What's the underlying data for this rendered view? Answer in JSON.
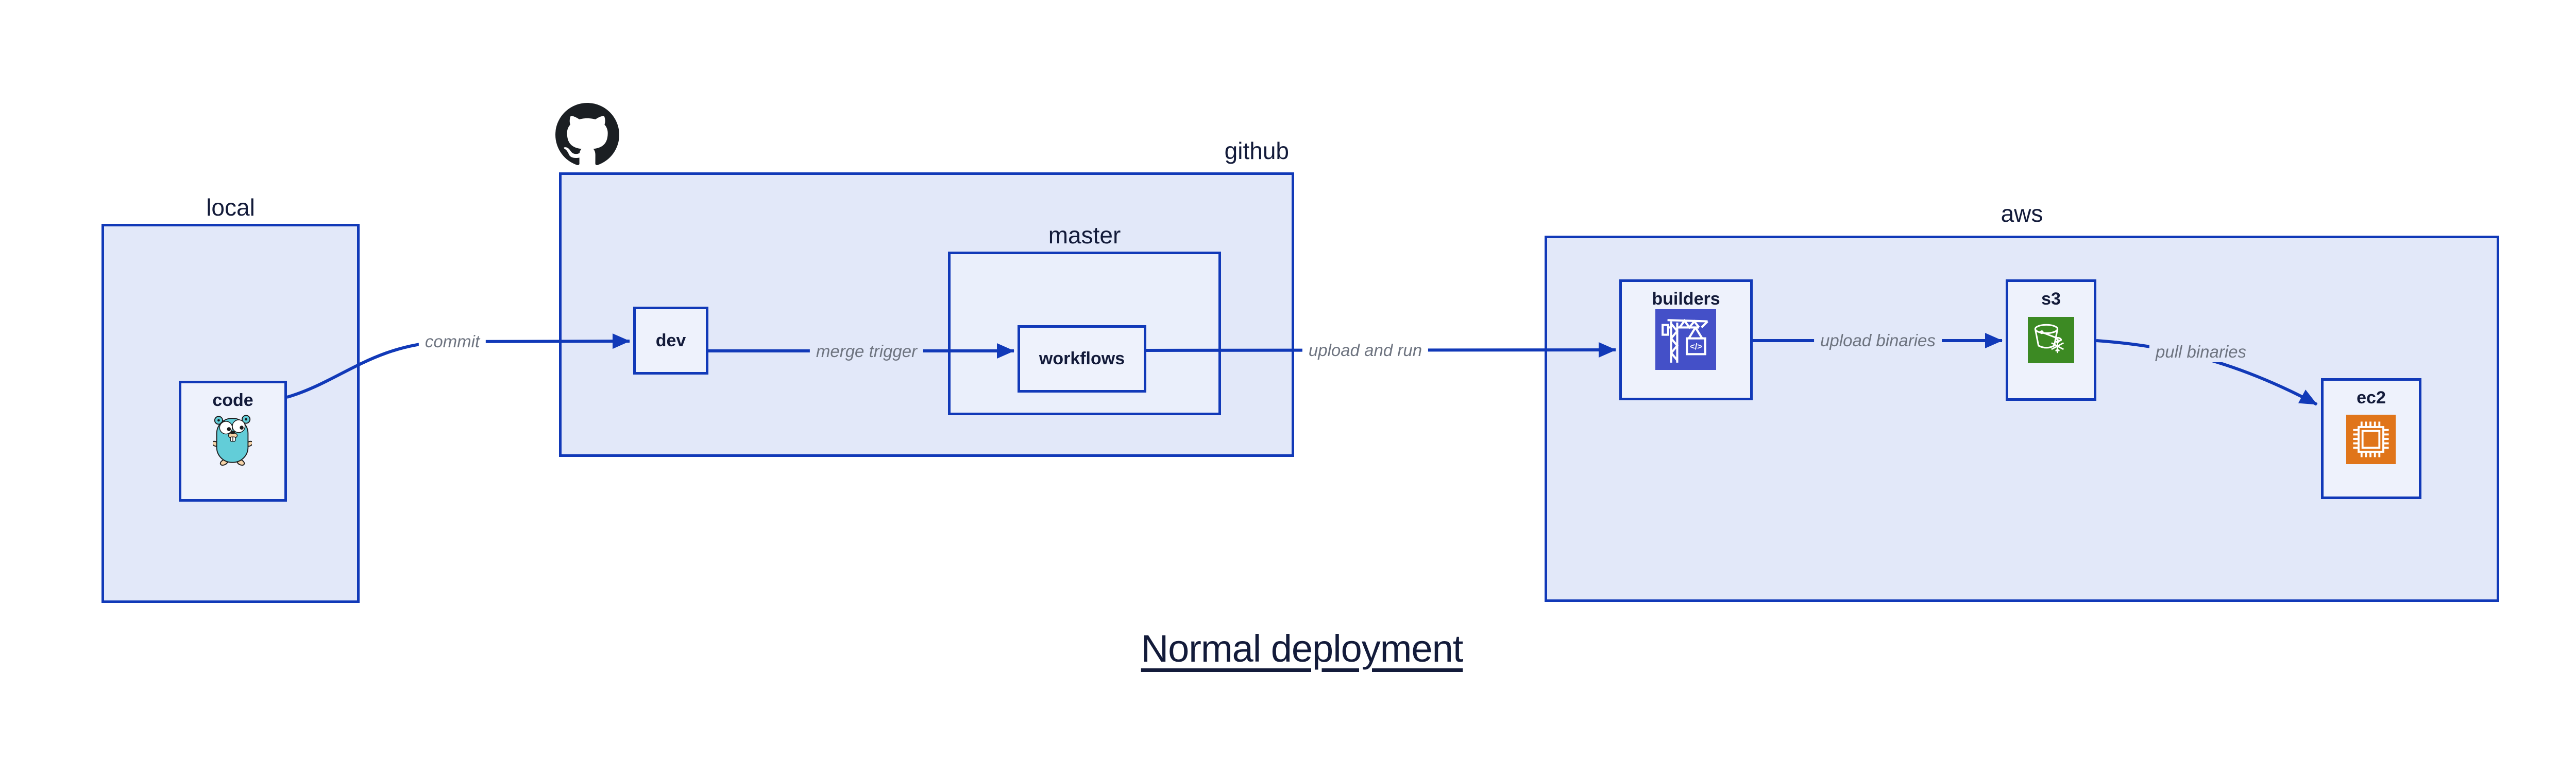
{
  "diagram_title": "Normal deployment",
  "containers": {
    "local": {
      "label": "local"
    },
    "github": {
      "label": "github"
    },
    "master": {
      "label": "master"
    },
    "aws": {
      "label": "aws"
    }
  },
  "nodes": {
    "code": {
      "label": "code",
      "icon": "go-gopher-icon"
    },
    "dev": {
      "label": "dev"
    },
    "workflows": {
      "label": "workflows"
    },
    "builders": {
      "label": "builders",
      "icon": "codebuild-crane-icon",
      "icon_glyph": "</>"
    },
    "s3": {
      "label": "s3",
      "icon": "s3-bucket-snowflake-icon"
    },
    "ec2": {
      "label": "ec2",
      "icon": "cpu-chip-icon"
    }
  },
  "edges": {
    "commit": {
      "label": "commit"
    },
    "merge_trigger": {
      "label": "merge trigger"
    },
    "upload_and_run": {
      "label": "upload and run"
    },
    "upload_binaries": {
      "label": "upload binaries"
    },
    "pull_binaries": {
      "label": "pull binaries"
    }
  },
  "colors": {
    "accent_blue": "#1139b8",
    "container_fill": "#e2e8f9",
    "master_fill": "#eaeffb",
    "node_fill": "#eef2fc",
    "label_text": "#131b3a",
    "edge_label_text": "#6e7480",
    "github_logo": "#1b1f23",
    "codebuild_icon_bg": "#4450c8",
    "s3_icon_bg": "#3c8a23",
    "ec2_icon_bg": "#e0751a",
    "gopher_body": "#62cdd8"
  }
}
